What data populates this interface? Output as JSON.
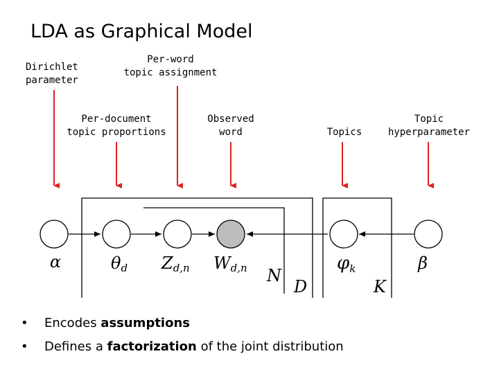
{
  "title": "LDA as Graphical Model",
  "annotations": {
    "dirichlet": [
      "Dirichlet",
      "parameter"
    ],
    "per_word": [
      "Per-word",
      "topic assignment"
    ],
    "per_document": [
      "Per-document",
      "topic proportions"
    ],
    "observed": [
      "Observed",
      "word"
    ],
    "topics": [
      "Topics"
    ],
    "hyperparameter": [
      "Topic",
      "hyperparameter"
    ]
  },
  "nodes": {
    "alpha": "α",
    "theta": {
      "base": "θ",
      "sub": "d"
    },
    "z": {
      "base": "Z",
      "sub": "d,n"
    },
    "w": {
      "base": "W",
      "sub": "d,n"
    },
    "phi": {
      "base": "φ",
      "sub": "k"
    },
    "beta": "β"
  },
  "plates": {
    "n": "N",
    "d": "D",
    "k": "K"
  },
  "colors": {
    "arrow": "#e02020",
    "observed_fill": "#bdbdbd",
    "line": "#000000"
  },
  "bullets": [
    {
      "pre": "Encodes ",
      "bold": "assumptions",
      "post": ""
    },
    {
      "pre": "Defines a ",
      "bold": "factorization",
      "post": " of the joint distribution"
    }
  ]
}
